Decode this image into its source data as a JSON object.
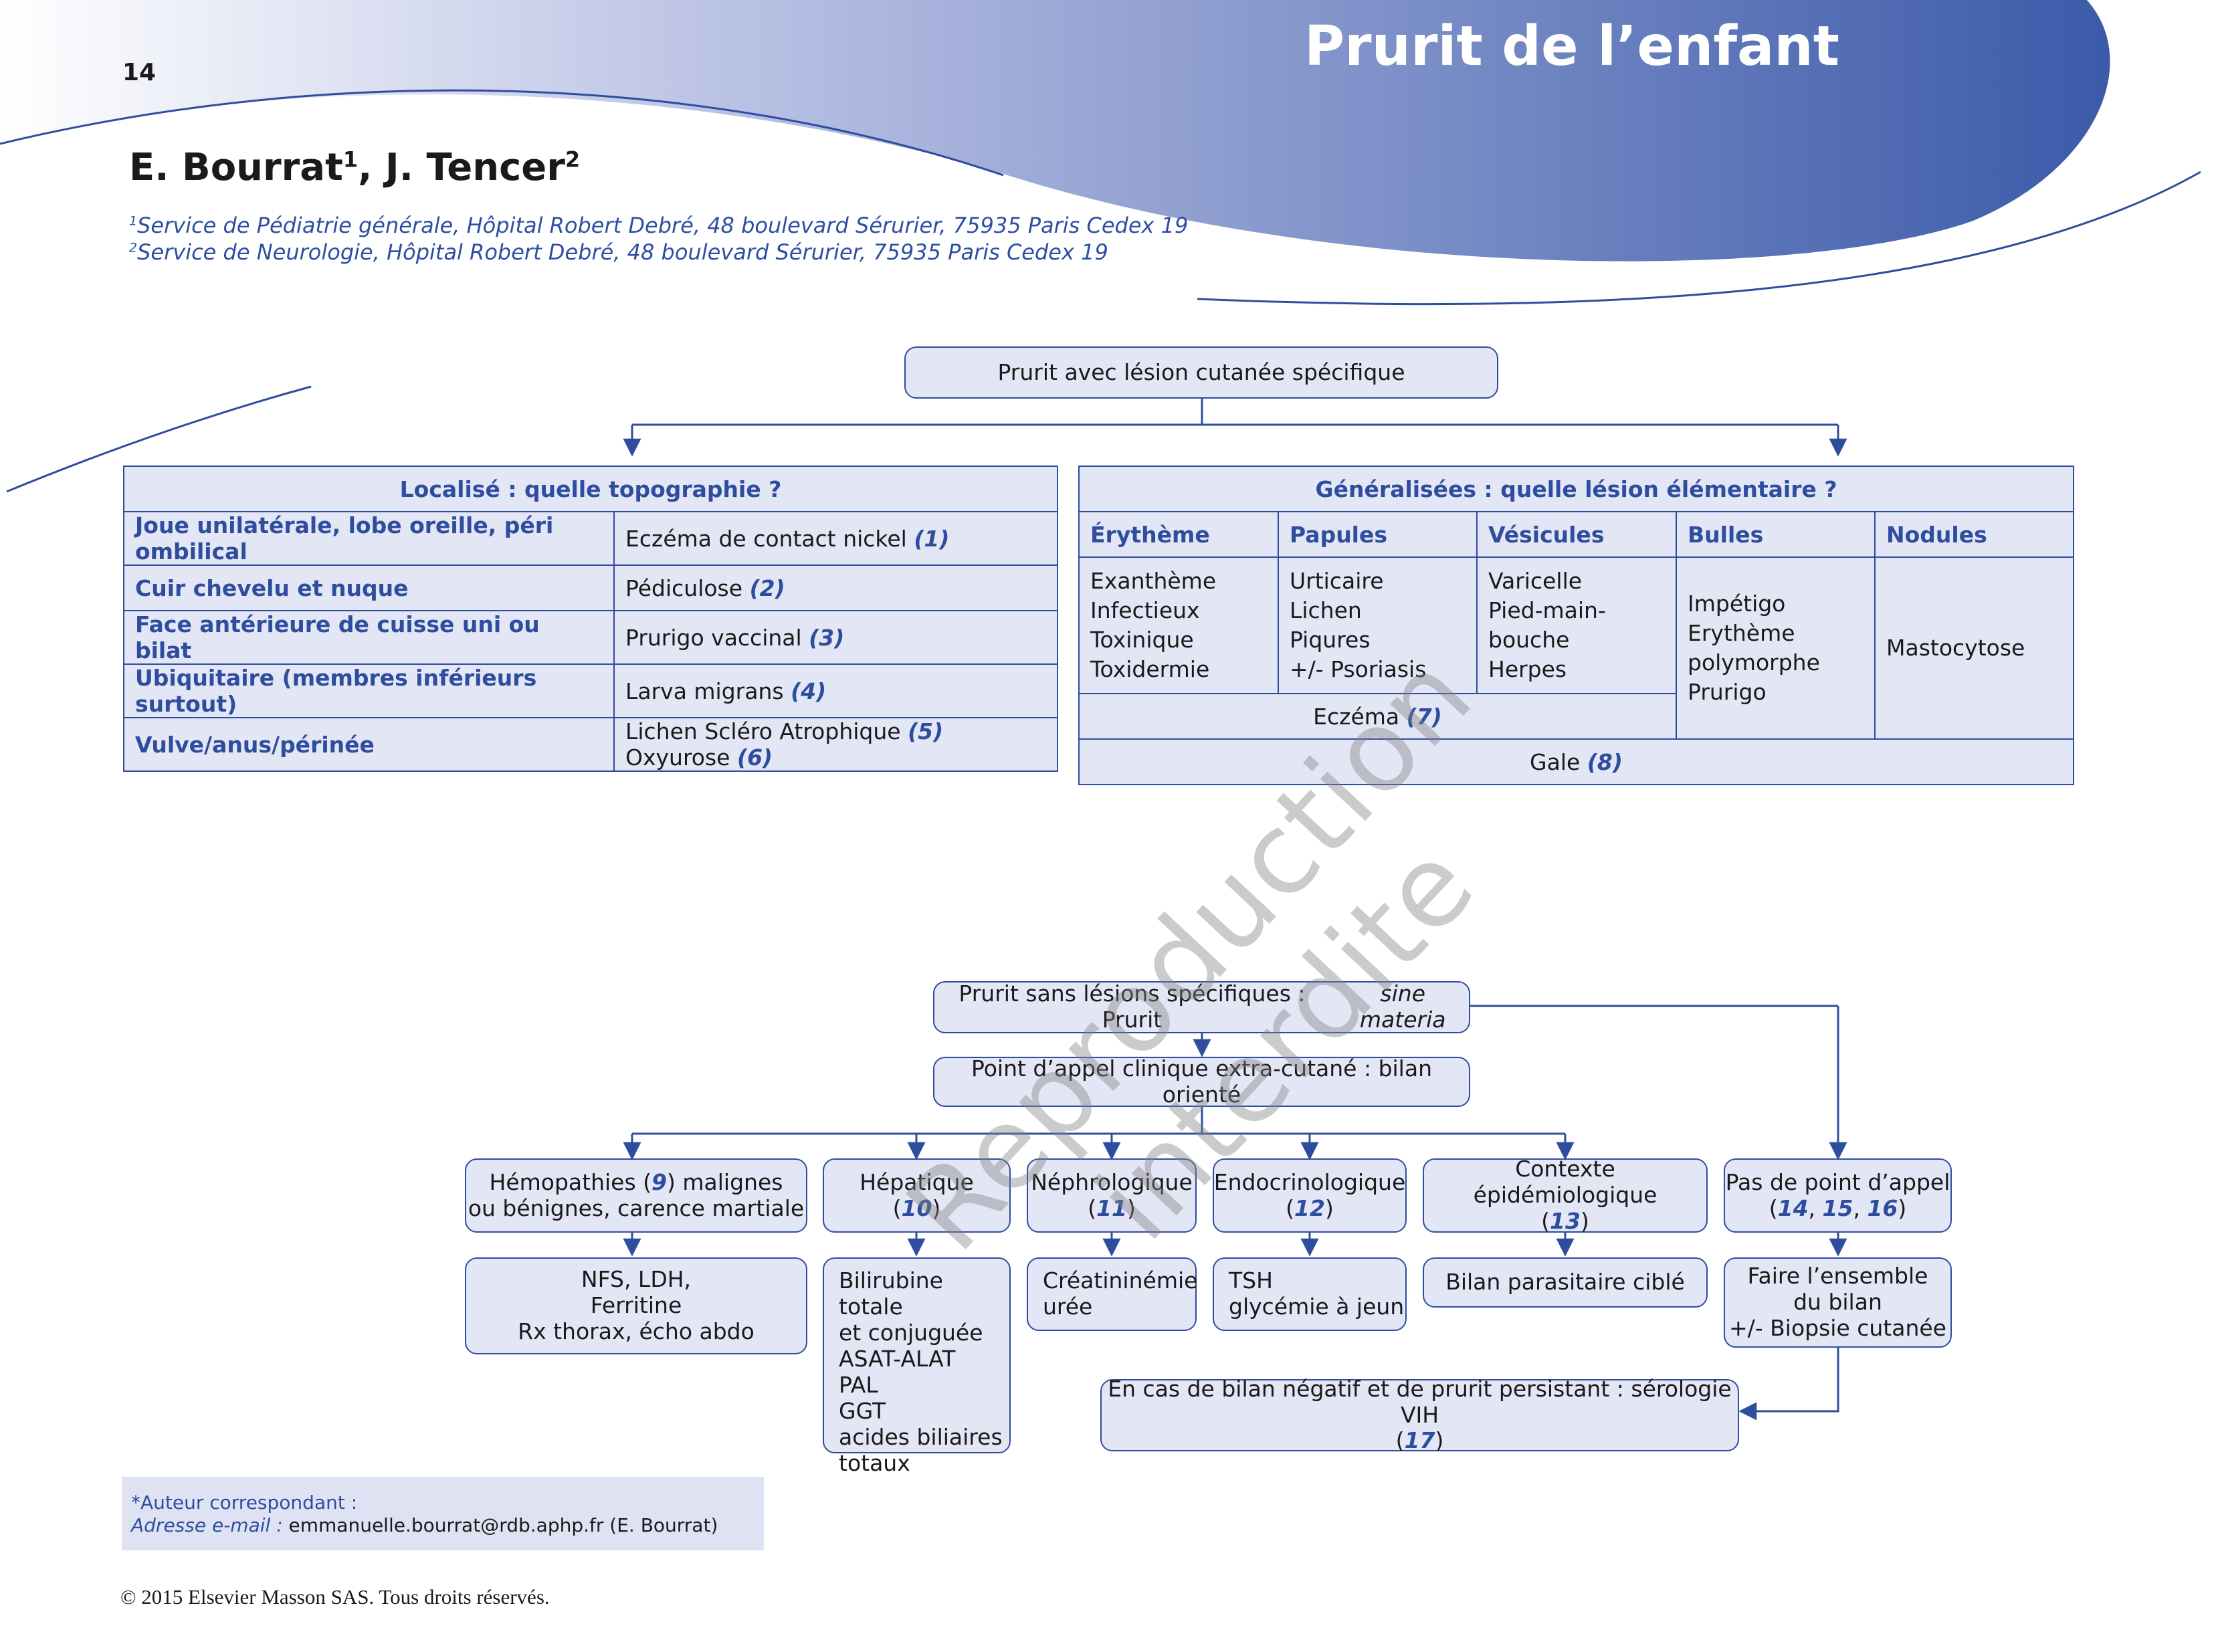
{
  "header": {
    "page_number": "14",
    "title": "Prurit de l’enfant"
  },
  "authors": {
    "name1": "E. Bourrat",
    "sup1": "1",
    "name2": "J. Tencer",
    "sup2": "2"
  },
  "affiliations": [
    {
      "sup": "1",
      "text": "Service de Pédiatrie générale, Hôpital Robert Debré, 48 boulevard Sérurier, 75935 Paris Cedex 19"
    },
    {
      "sup": "2",
      "text": "Service de Neurologie, Hôpital Robert Debré, 48 boulevard Sérurier, 75935 Paris Cedex 19"
    }
  ],
  "watermark": "Reproduction interdite",
  "top_chart": {
    "root": "Prurit avec lésion cutanée spécifique",
    "localised": {
      "title": "Localisé : quelle topographie ?",
      "rows": [
        {
          "site": "Joue unilatérale, lobe oreille, péri ombilical",
          "diag": "Eczéma de contact nickel",
          "ref": "(1)"
        },
        {
          "site": "Cuir chevelu et nuque",
          "diag": "Pédiculose",
          "ref": "(2)"
        },
        {
          "site": "Face antérieure de cuisse uni ou bilat",
          "diag": "Prurigo vaccinal",
          "ref": "(3)"
        },
        {
          "site": "Ubiquitaire (membres inférieurs surtout)",
          "diag": "Larva migrans",
          "ref": "(4)"
        },
        {
          "site": "Vulve/anus/périnée",
          "diag": "Lichen Scléro Atrophique",
          "ref": "(5)",
          "diag2": "Oxyurose",
          "ref2": "(6)"
        }
      ]
    },
    "generalised": {
      "title": "Généralisées : quelle lésion élémentaire ?",
      "columns": [
        {
          "head": "Érythème",
          "items": [
            "Exanthème",
            "Infectieux",
            "Toxinique",
            "Toxidermie"
          ]
        },
        {
          "head": "Papules",
          "items": [
            "Urticaire",
            "Lichen",
            "Piqures",
            "+/- Psoriasis"
          ]
        },
        {
          "head": "Vésicules",
          "items": [
            "Varicelle",
            "Pied-main-",
            "bouche",
            "Herpes"
          ]
        },
        {
          "head": "Bulles",
          "items": [
            "Impétigo",
            "Erythème",
            "polymorphe",
            "Prurigo"
          ]
        },
        {
          "head": "Nodules",
          "items": [
            "Mastocytose"
          ]
        }
      ],
      "eczema": {
        "label": "Eczéma",
        "ref": "(7)"
      },
      "gale": {
        "label": "Gale",
        "ref": "(8)"
      }
    }
  },
  "bottom_chart": {
    "root": {
      "text": "Prurit sans lésions spécifiques : Prurit",
      "italic": "sine materia"
    },
    "second": "Point d’appel clinique extra-cutané : bilan orienté",
    "categories": [
      {
        "l1a": "Hémopathies (",
        "ref": "9",
        "l1b": ") malignes",
        "l2": "ou bénignes, carence martiale"
      },
      {
        "l1": "Hépatique",
        "ref": "10"
      },
      {
        "l1": "Néphrologique",
        "ref": "11"
      },
      {
        "l1": "Endocrinologique",
        "ref": "12"
      },
      {
        "l1": "Contexte épidémiologique",
        "ref": "13"
      },
      {
        "l1": "Pas de point d’appel",
        "refs": [
          "14",
          "15",
          "16"
        ]
      }
    ],
    "tests": [
      [
        "NFS, LDH,",
        "Ferritine",
        "Rx thorax, écho abdo"
      ],
      [
        "Bilirubine totale",
        "et conjuguée",
        "ASAT-ALAT",
        "PAL",
        "GGT",
        "acides biliaires",
        "totaux"
      ],
      [
        "Créatininémie",
        "urée"
      ],
      [
        "TSH",
        "glycémie à jeun"
      ],
      [
        "Bilan parasitaire ciblé"
      ],
      [
        "Faire l’ensemble",
        "du bilan",
        "+/- Biopsie cutanée"
      ]
    ],
    "final": {
      "text": "En cas de bilan négatif et de prurit persistant : sérologie VIH",
      "ref": "17"
    }
  },
  "note": {
    "label1": "*Auteur correspondant :",
    "label2": "Adresse e-mail :",
    "email": "emmanuelle.bourrat@rdb.aphp.fr (E. Bourrat)"
  },
  "copyright": "© 2015 Elsevier Masson SAS. Tous droits réservés.",
  "colors": {
    "accent": "#2e4d9e",
    "box_fill": "#e3e6f5",
    "header_dark": "#3e5ca8"
  }
}
